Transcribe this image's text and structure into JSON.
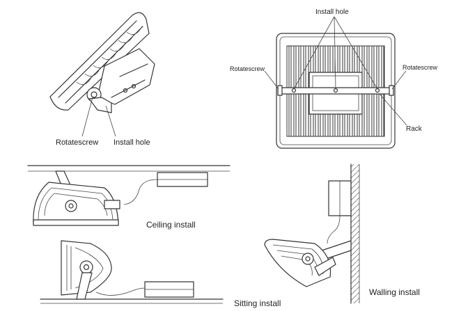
{
  "labels": {
    "install_hole_top": "Install hole",
    "rotatescrew_left": "Rotatescrew",
    "install_hole_left": "Install hole",
    "rotatescrew_back_left": "Rotatescrew",
    "rotatescrew_back_right": "Rotatescrew",
    "rack": "Rack",
    "ceiling_install": "Ceiling install",
    "sitting_install": "Sitting install",
    "walling_install": "Walling install"
  }
}
